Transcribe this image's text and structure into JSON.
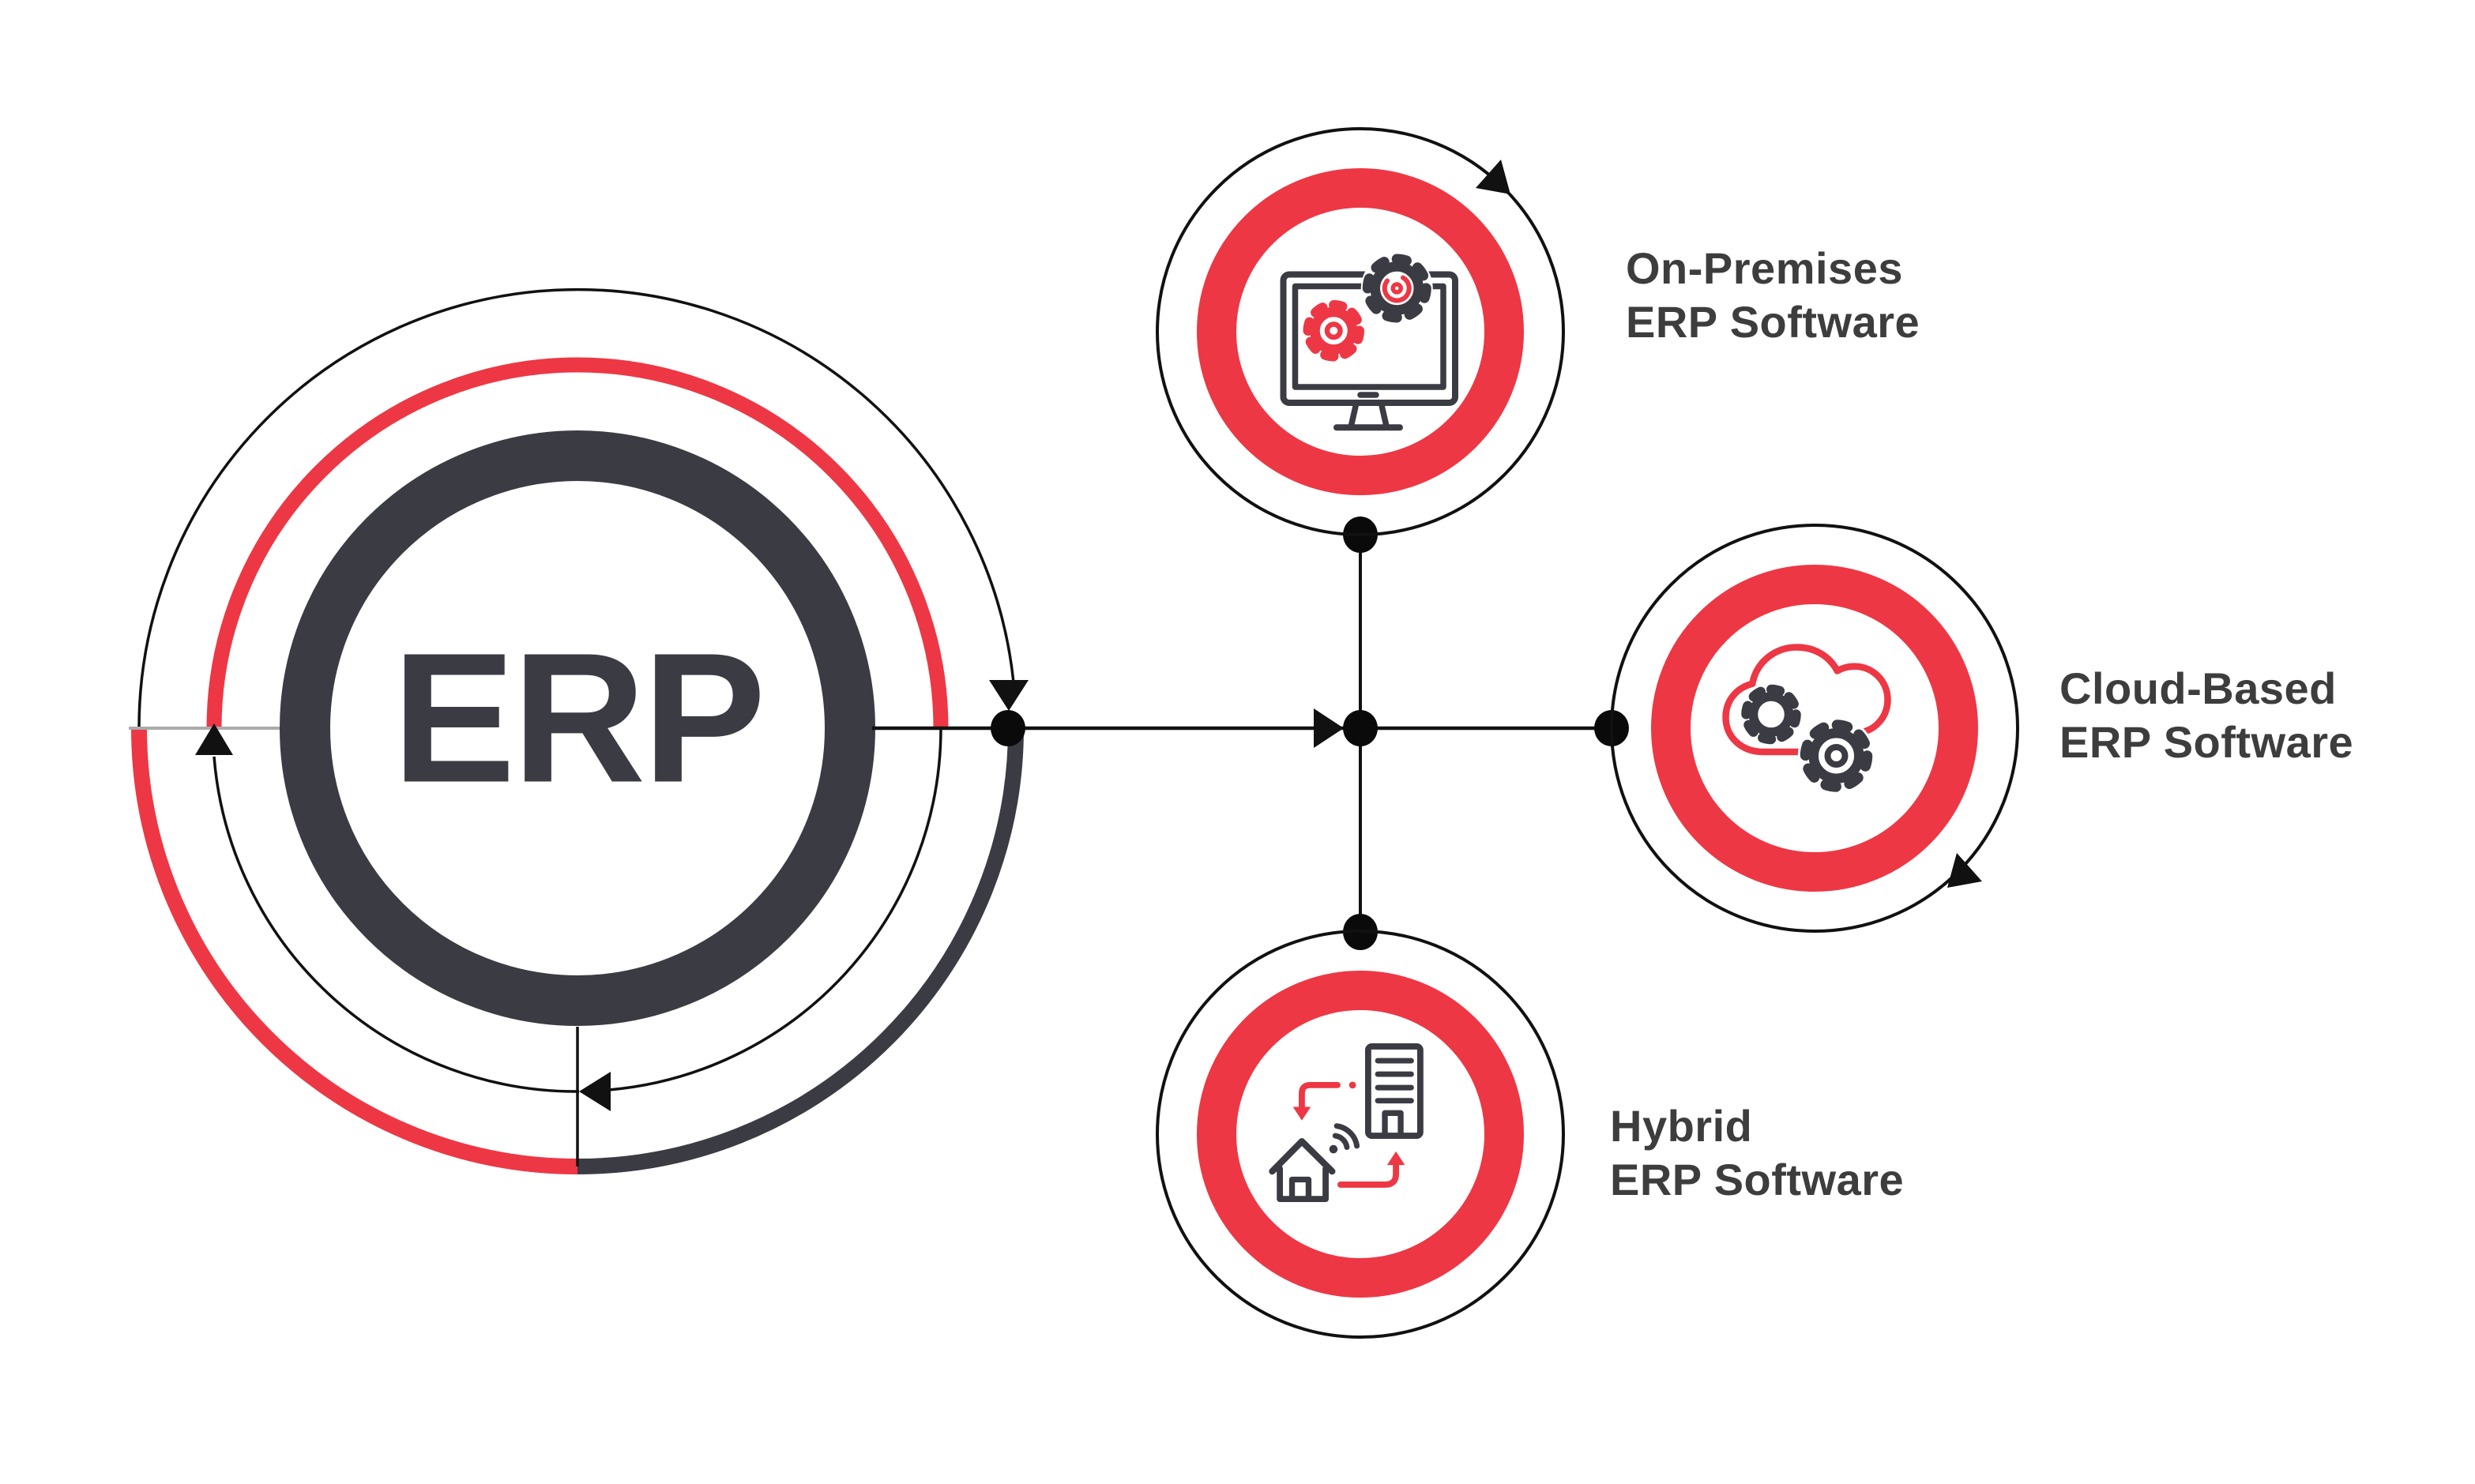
{
  "diagram": {
    "title": "ERP software types infographic",
    "hub": {
      "label": "ERP"
    },
    "nodes": [
      {
        "id": "on-premises",
        "label_line1": "On-Premises",
        "label_line2": "ERP Software",
        "icon": "desktop-gears-icon",
        "position": "top"
      },
      {
        "id": "cloud-based",
        "label_line1": "Cloud-Based",
        "label_line2": "ERP Software",
        "icon": "cloud-gears-icon",
        "position": "right"
      },
      {
        "id": "hybrid",
        "label_line1": "Hybrid",
        "label_line2": "ERP Software",
        "icon": "house-building-sync-icon",
        "position": "bottom"
      }
    ],
    "colors": {
      "accent_red": "#EE3744",
      "dark": "#3B3B43",
      "line_black": "#111111",
      "muted_gray": "#ABABAB",
      "background": "#FFFFFF"
    }
  }
}
